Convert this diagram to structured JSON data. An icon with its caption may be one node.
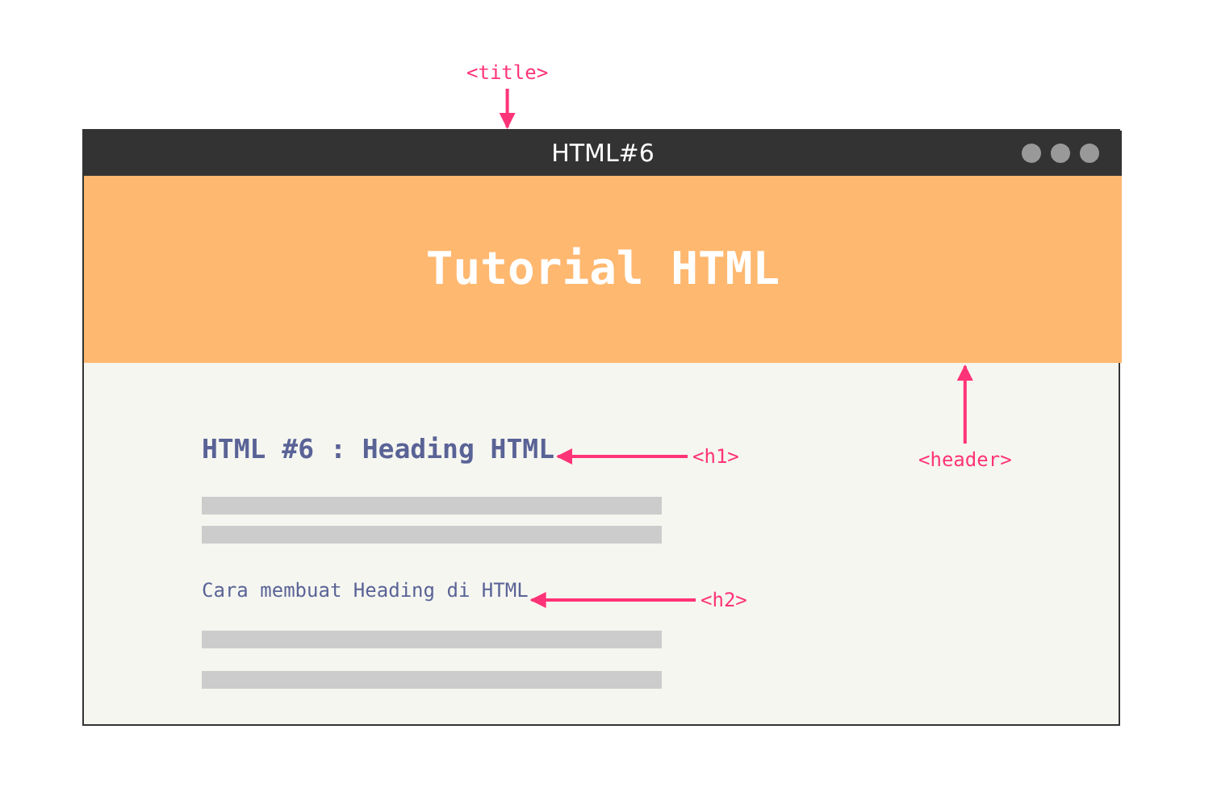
{
  "diagram": {
    "nodes": [
      {
        "text": [],
        "shape": "box"
      },
      {
        "text": [
          "HTML#6"
        ],
        "in": 0
      },
      {
        "text": [
          "Tutorial HTML"
        ],
        "in": 0
      },
      {
        "text": [
          "HTML #6 : Heading HTML"
        ],
        "in": 0
      },
      {
        "text": [
          "Cara membuat Heading di HTML"
        ],
        "in": 0
      },
      {
        "text": [
          "<title>"
        ]
      },
      {
        "text": [
          "<header>"
        ],
        "in": 0
      },
      {
        "text": [
          "<h1>"
        ],
        "in": 0
      },
      {
        "text": [
          "<h2>"
        ],
        "in": 0
      }
    ],
    "edges": [
      {
        "from": 5,
        "to": 1,
        "arrow": "to"
      },
      {
        "from": 6,
        "to": 2,
        "arrow": "to"
      },
      {
        "from": 7,
        "to": 3,
        "arrow": "to"
      },
      {
        "from": 8,
        "to": 4,
        "arrow": "to"
      }
    ]
  }
}
